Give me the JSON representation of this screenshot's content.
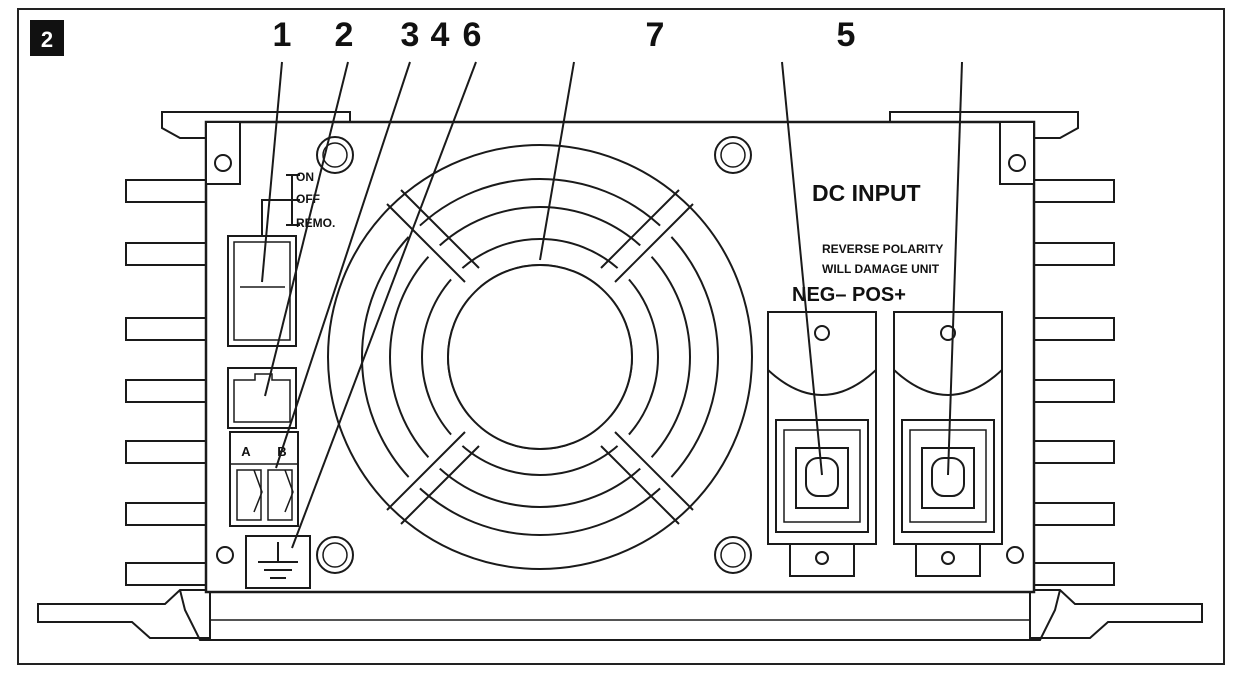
{
  "figure": {
    "number": "2",
    "callouts": [
      "1",
      "2",
      "3",
      "4",
      "6",
      "7",
      "5"
    ]
  },
  "switch_labels": {
    "on": "ON",
    "off": "OFF",
    "remote": "REMO."
  },
  "terminal_labels": {
    "a": "A",
    "b": "B"
  },
  "dc": {
    "title": "DC INPUT",
    "warning_line1": "REVERSE POLARITY",
    "warning_line2": "WILL DAMAGE UNIT",
    "polarity": "NEG–  POS+"
  }
}
